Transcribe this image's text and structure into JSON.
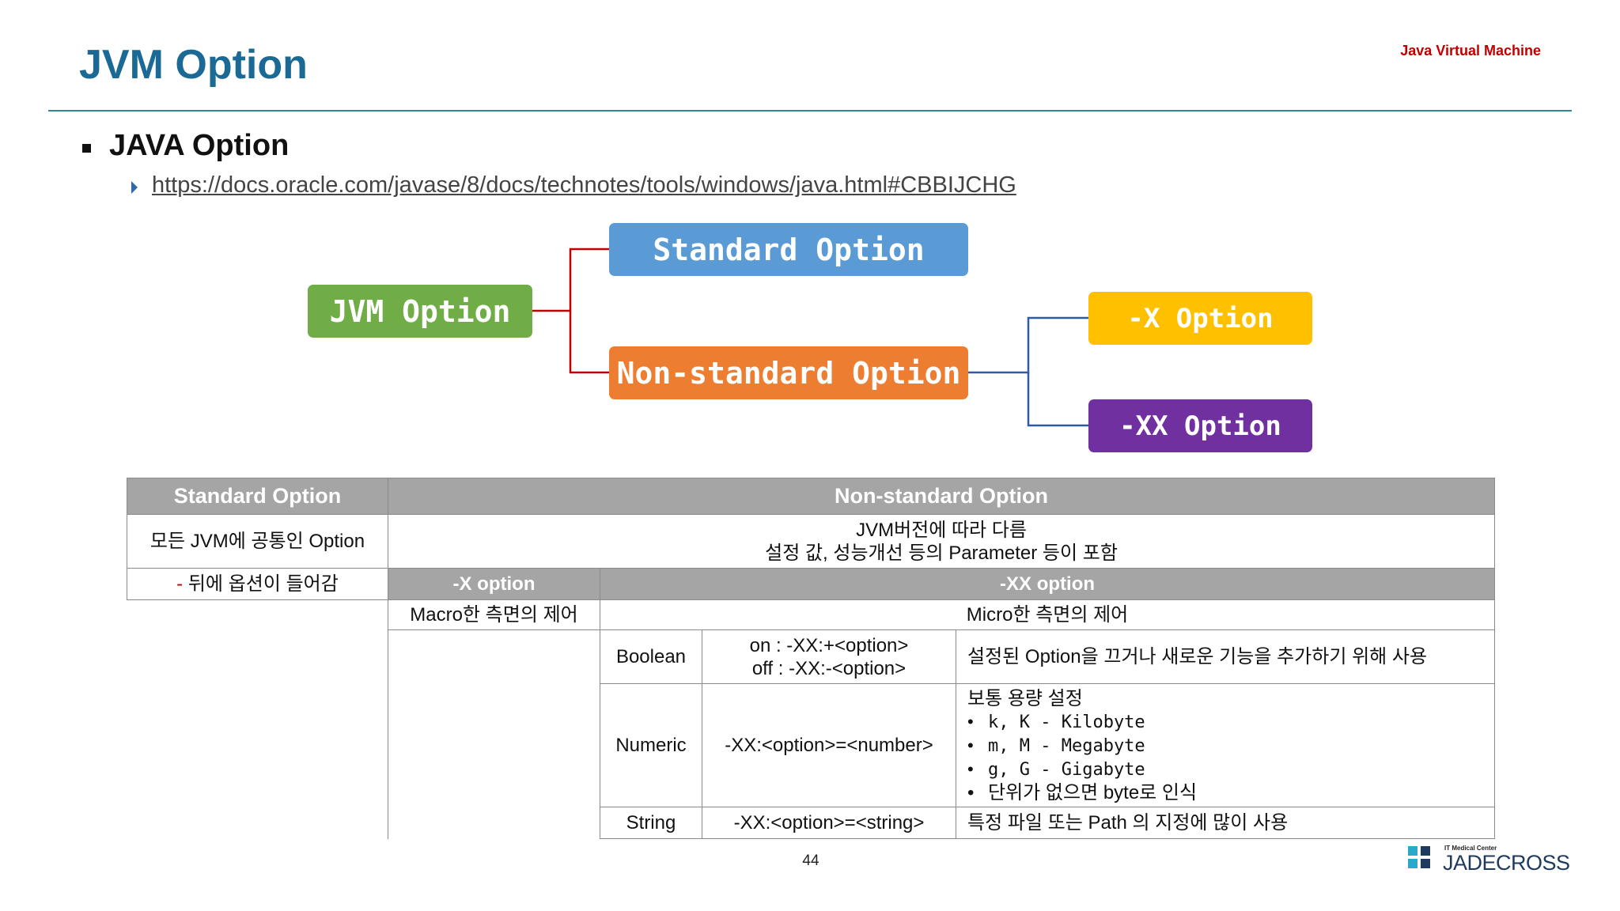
{
  "header": {
    "title": "JVM Option",
    "top_right": "Java Virtual Machine"
  },
  "section": {
    "heading": "JAVA Option",
    "link": "https://docs.oracle.com/javase/8/docs/technotes/tools/windows/java.html#CBBIJCHG"
  },
  "diagram": {
    "root": "JVM Option",
    "standard": "Standard Option",
    "non_standard": "Non-standard Option",
    "x_option": "-X Option",
    "xx_option": "-XX Option",
    "colors": {
      "root": "#70ad47",
      "standard": "#5b9bd5",
      "non_standard": "#ed7d31",
      "x_option": "#ffc000",
      "xx_option": "#7030a0",
      "connector_red": "#c00000",
      "connector_blue": "#2e5aa8"
    }
  },
  "table": {
    "h_standard": "Standard Option",
    "h_nonstandard": "Non-standard Option",
    "std_desc": "모든 JVM에 공통인 Option",
    "nonstd_desc_line1": "JVM버전에 따라 다름",
    "nonstd_desc_line2": "설정 값, 성능개선 등의 Parameter 등이 포함",
    "std_note_dash": "-",
    "std_note": " 뒤에 옵션이 들어감",
    "h_x": "-X option",
    "h_xx": "-XX option",
    "x_desc": "Macro한 측면의 제어",
    "xx_desc": "Micro한 측면의 제어",
    "rows": [
      {
        "type": "Boolean",
        "syntax_line1": "on : -XX:+<option>",
        "syntax_line2": "off : -XX:-<option>",
        "desc": "설정된 Option을 끄거나 새로운 기능을 추가하기 위해 사용"
      },
      {
        "type": "Numeric",
        "syntax": "-XX:<option>=<number>",
        "desc_title": "보통 용량 설정",
        "units": [
          "k, K - Kilobyte",
          "m, M - Megabyte",
          "g, G - Gigabyte",
          "단위가 없으면 byte로 인식"
        ]
      },
      {
        "type": "String",
        "syntax": "-XX:<option>=<string>",
        "desc": "특정 파일 또는 Path 의 지정에 많이 사용"
      }
    ]
  },
  "footer": {
    "page_number": "44",
    "logo_sub": "IT Medical Center",
    "logo_text": "JADECROSS"
  }
}
